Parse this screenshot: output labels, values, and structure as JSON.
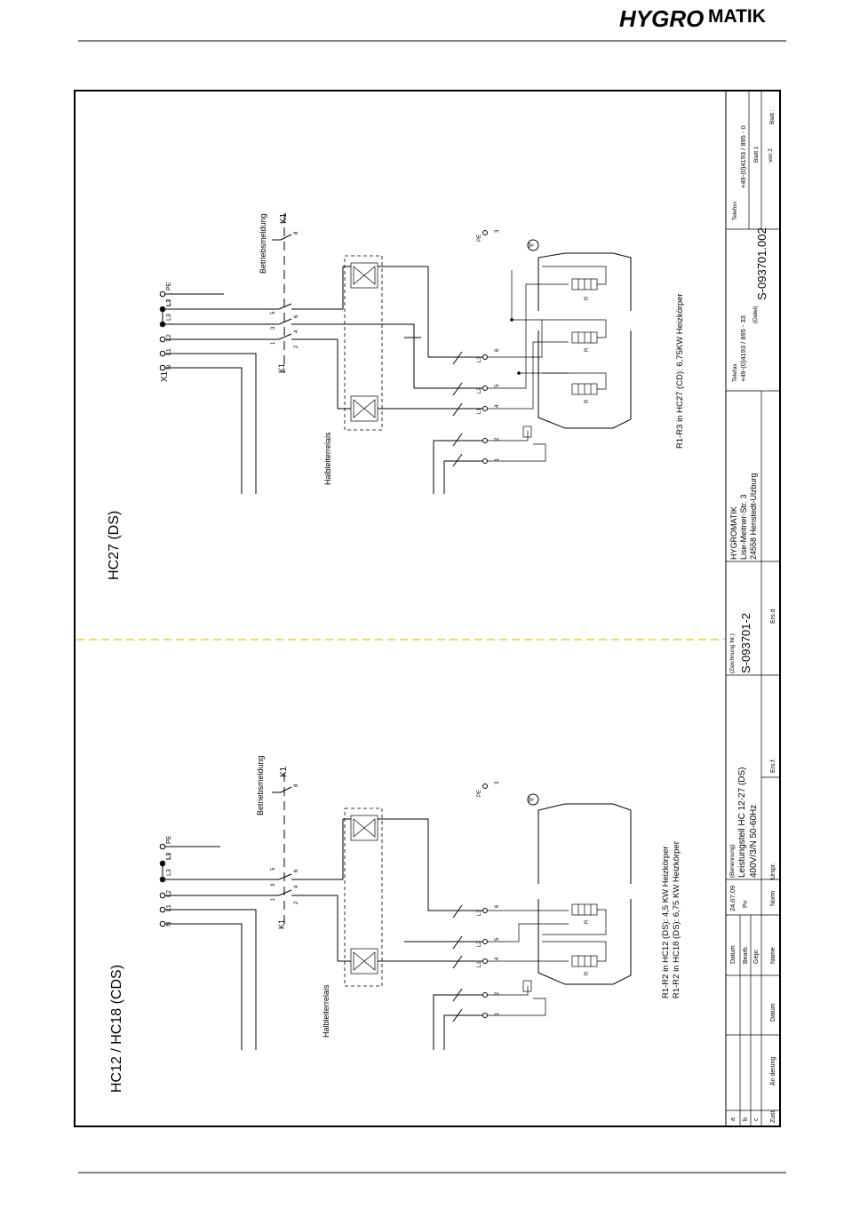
{
  "brand": {
    "logo_text": "HYGROMATIK",
    "logo_part1": "HYGRO",
    "logo_part2": "MATIK",
    "color_green": "#2e9e3a",
    "color_grey": "#8a8a8a"
  },
  "colors": {
    "cut_line": "#e8c318",
    "l3_label": "#c0392b"
  },
  "diagram": {
    "upper": {
      "title": "HC27 (DS)",
      "x1": "X1",
      "terminals": [
        "N",
        "L1",
        "L2",
        "L3",
        "PE"
      ],
      "k1": "K1",
      "k1_contact": "K1",
      "k1_pins_top": [
        "1",
        "3",
        "5"
      ],
      "k1_pins_bottom": [
        "2",
        "4",
        "6"
      ],
      "aux_pin": "8",
      "betriebsmeldung": "Betriebsmeldung",
      "halbleiterrelais": "Halbleiterrelais",
      "note": "R1-R3 in HC27 (CD):     6,75KW  Heizkörper",
      "pe_label": "PE",
      "pe_pin": "3",
      "lamp_labels": [
        "L1",
        "L2",
        "L3"
      ],
      "lamp_pins": [
        "4",
        "5",
        "6"
      ],
      "ctrl_pins": [
        "1",
        "2"
      ],
      "heaters": [
        "R",
        "R",
        "R"
      ]
    },
    "lower": {
      "title": "HC12 / HC18 (CDS)",
      "terminals": [
        "N",
        "L1",
        "L2",
        "L3",
        "PE"
      ],
      "k1": "K1",
      "k1_contact": "K1",
      "k1_pins_top": [
        "1",
        "3",
        "5"
      ],
      "k1_pins_bottom": [
        "2",
        "4",
        "6"
      ],
      "aux_pin": "8",
      "betriebsmeldung": "Betriebsmeldung",
      "halbleiterrelais": "Halbleiterrelais",
      "note_1": "R1-R2 in HC12 (DS):     4,5   KW   Heizkörper",
      "note_2": "R1-R2 in HC18 (DS):     6,75 KW  Heizkörper",
      "pe_label": "PE",
      "pe_pin": "3",
      "lamp_labels": [
        "L1",
        "L2",
        "L3"
      ],
      "lamp_pins": [
        "4",
        "5",
        "6"
      ],
      "ctrl_pins": [
        "1",
        "2"
      ],
      "heaters": [
        "R",
        "R"
      ]
    }
  },
  "titleblock": {
    "rev_letters": [
      "a",
      "b",
      "c",
      "Zust."
    ],
    "aenderung": "Än derung",
    "datum": "Datum",
    "name": "Name",
    "norm": "Norm",
    "datum_label": "Datum",
    "datum_value": "24.07.09",
    "bearb": "Bearb.",
    "bearb_value": "Pn",
    "gepr": "Gepr.",
    "benennung_label": "(Benennung)",
    "benennung_1": "Leistungsteil HC 12-27 (DS)",
    "benennung_2": "400V/3/N 50-60Hz",
    "urspr": "Urspr.",
    "ers_f": "Ers.f.",
    "ers_d": "Ers.d",
    "zeichnung_label": "(Zeichnung Nr.)",
    "zeichnung_nr": "S-093701-2",
    "company_1": "HYGROMATIK",
    "company_2": "Lise-Meitner-Str. 3",
    "company_3": "24558 Henstedt-Ulzburg",
    "telefax_label": "Telefax",
    "telefax": "+49-(0)4193 / 895 - 33",
    "datei_label": "(Datei)",
    "telefon_label": "Telefon",
    "telefon": "+49-(0)4193 / 895 - 0",
    "file_nr": "S-093701.002",
    "blatt": "Blatt 1",
    "von": "von 2",
    "blatt_label": "Blatt :"
  }
}
